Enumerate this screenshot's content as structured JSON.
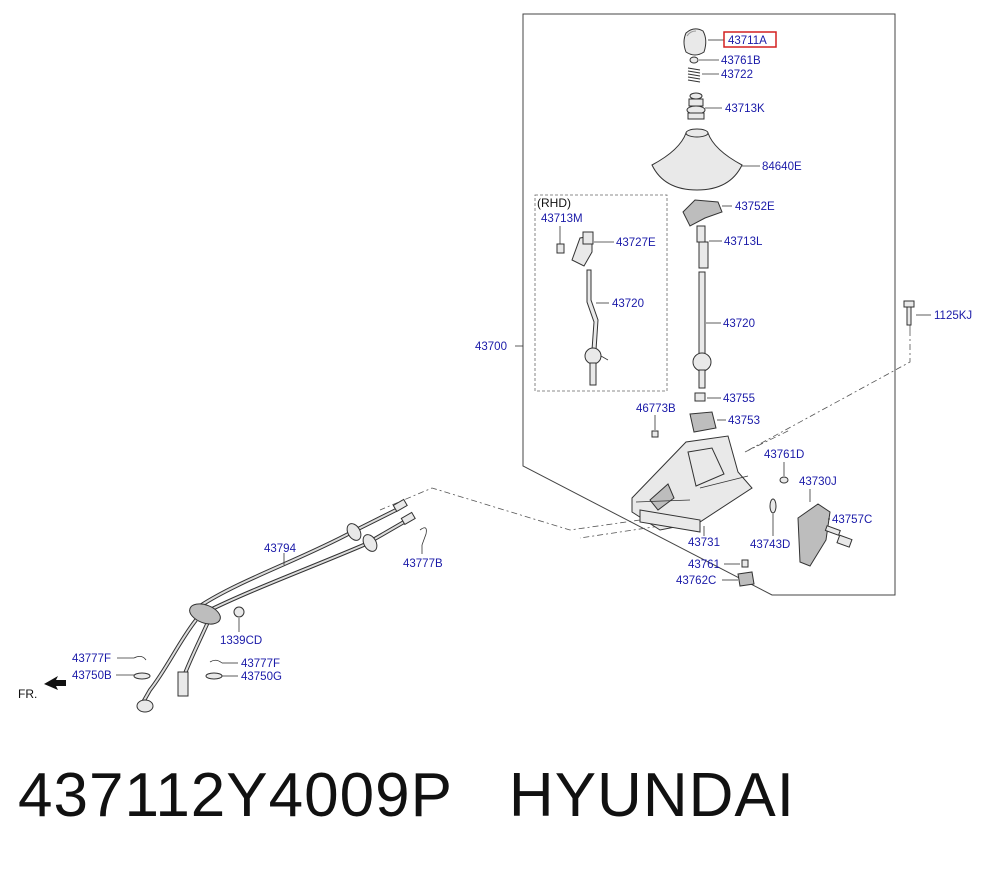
{
  "diagram": {
    "highlighted_part": "43711A",
    "highlight_color": "#d42020",
    "label_color": "#1a1aa8",
    "labels": {
      "p43711A": "43711A",
      "p43761B": "43761B",
      "p43722": "43722",
      "p43713K": "43713K",
      "p84640E": "84640E",
      "rhd": "(RHD)",
      "p43713M": "43713M",
      "p43727E": "43727E",
      "p43720_rhd": "43720",
      "p43752E": "43752E",
      "p43713L": "43713L",
      "p43720": "43720",
      "p43700": "43700",
      "p1125KJ": "1125KJ",
      "p43755": "43755",
      "p46773B": "46773B",
      "p43753": "43753",
      "p43761D": "43761D",
      "p43730J": "43730J",
      "p43757C": "43757C",
      "p43731": "43731",
      "p43743D": "43743D",
      "p43761": "43761",
      "p43762C": "43762C",
      "p43794": "43794",
      "p43777B": "43777B",
      "p1339CD": "1339CD",
      "p43777F_1": "43777F",
      "p43750B": "43750B",
      "p43777F_2": "43777F",
      "p43750G": "43750G",
      "fr": "FR."
    }
  },
  "caption": {
    "part_number": "437112Y4009P",
    "brand": "HYUNDAI"
  }
}
